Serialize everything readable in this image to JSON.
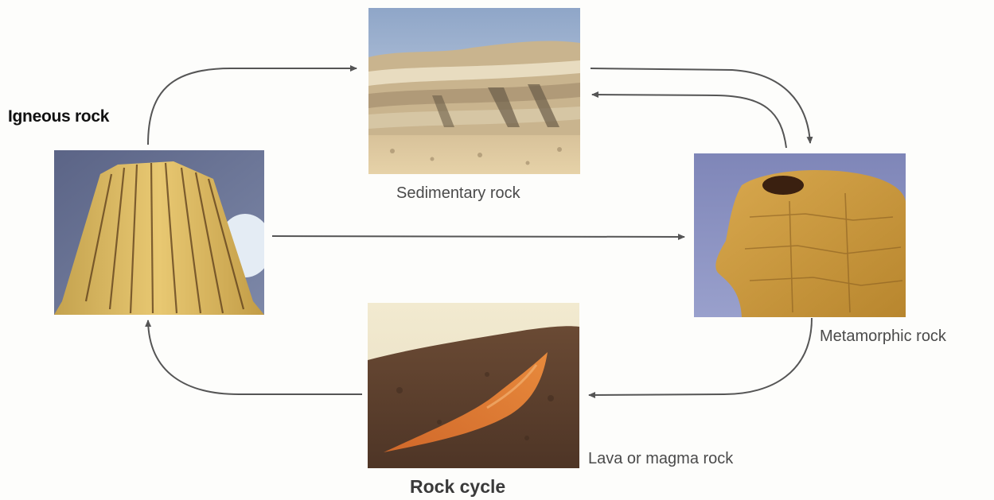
{
  "diagram": {
    "title": "Rock cycle",
    "nodes": {
      "igneous": {
        "label": "Igneous rock"
      },
      "sedimentary": {
        "label": "Sedimentary rock"
      },
      "metamorphic": {
        "label": "Metamorphic rock"
      },
      "lava": {
        "label": "Lava or magma rock"
      }
    },
    "edges": [
      {
        "from": "igneous",
        "to": "sedimentary"
      },
      {
        "from": "sedimentary",
        "to": "metamorphic"
      },
      {
        "from": "metamorphic",
        "to": "sedimentary"
      },
      {
        "from": "igneous",
        "to": "metamorphic"
      },
      {
        "from": "metamorphic",
        "to": "lava"
      },
      {
        "from": "lava",
        "to": "igneous"
      }
    ],
    "colors": {
      "arrow": "#555555",
      "text": "#4a4a4a"
    }
  }
}
